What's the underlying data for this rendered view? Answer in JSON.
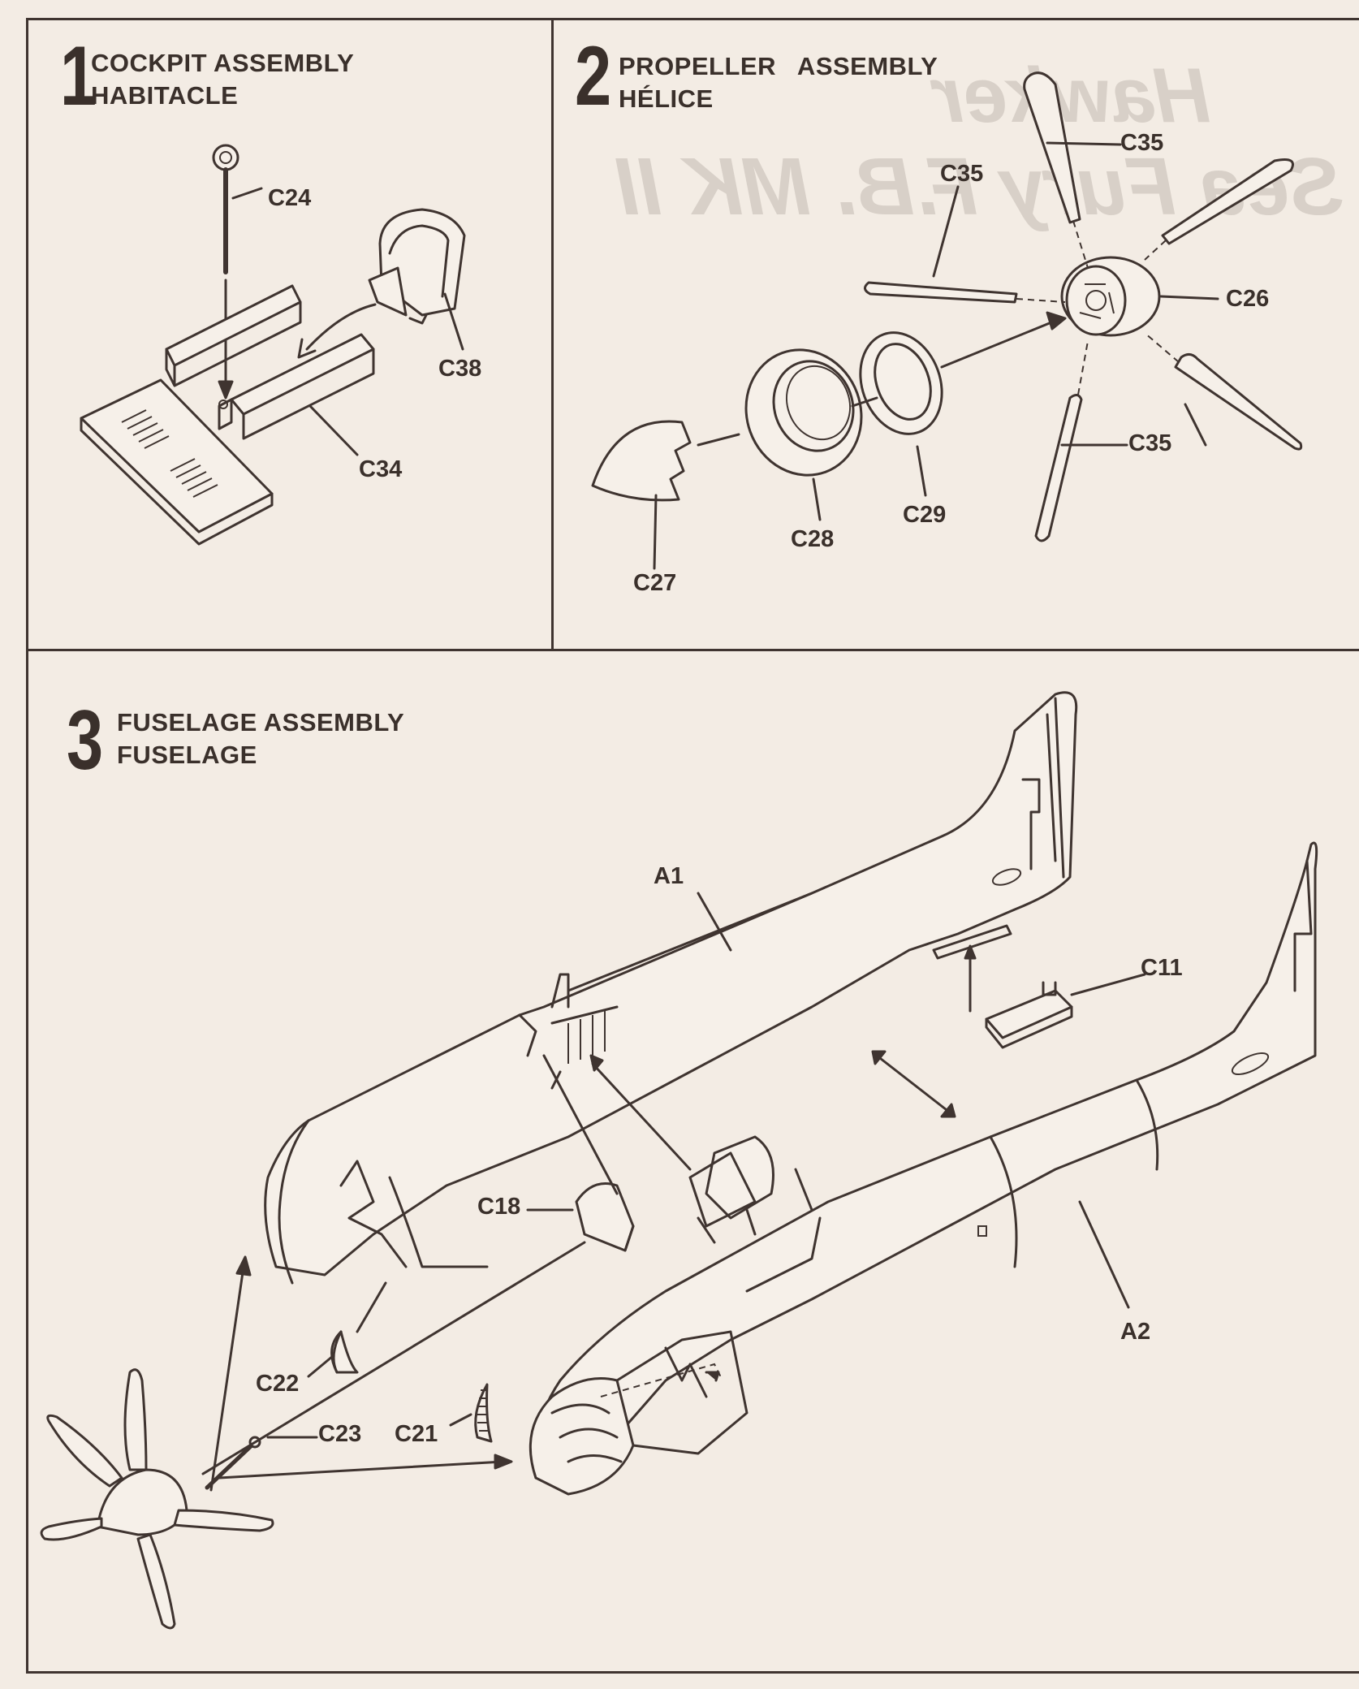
{
  "steps": [
    {
      "number": "1",
      "title_en": "COCKPIT ASSEMBLY",
      "title_fr": "HABITACLE"
    },
    {
      "number": "2",
      "title_en": "PROPELLER ASSEMBLY",
      "title_fr": "HÉLICE"
    },
    {
      "number": "3",
      "title_en": "FUSELAGE ASSEMBLY",
      "title_fr": "FUSELAGE"
    }
  ],
  "step1_parts": [
    "C24",
    "C38",
    "C34"
  ],
  "step2_parts": [
    "C35",
    "C35",
    "C26",
    "C35",
    "C29",
    "C28",
    "C27"
  ],
  "step3_parts": [
    "A1",
    "C11",
    "C18",
    "A2",
    "C22",
    "C23",
    "C21"
  ],
  "background_print": {
    "brand": "Hawker",
    "model": "Sea Fury F.B. MK II"
  }
}
